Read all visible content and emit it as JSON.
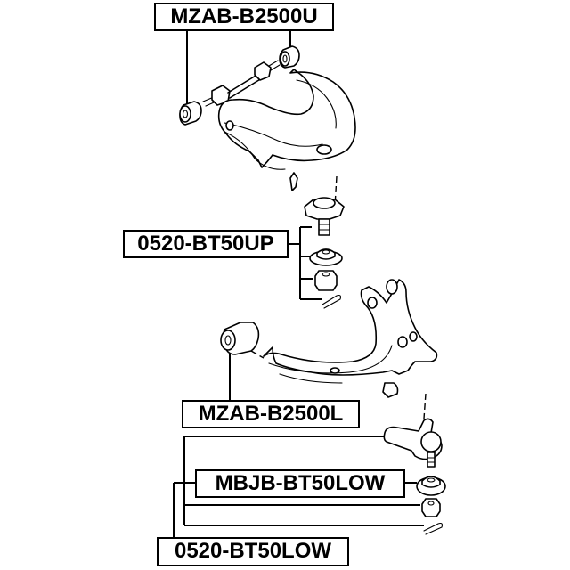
{
  "diagram": {
    "title": "Front suspension control arm exploded view",
    "labels": [
      {
        "id": "upper-arm-bushing",
        "text": "MZAB-B2500U"
      },
      {
        "id": "upper-ball-joint-kit",
        "text": "0520-BT50UP"
      },
      {
        "id": "lower-arm-bushing",
        "text": "MZAB-B2500L"
      },
      {
        "id": "lower-ball-joint-boot",
        "text": "MBJB-BT50LOW"
      },
      {
        "id": "lower-ball-joint-kit",
        "text": "0520-BT50LOW"
      }
    ],
    "parts": [
      "upper-control-arm",
      "upper-arm-shaft",
      "upper-bushing-front",
      "upper-bushing-rear",
      "upper-ball-joint",
      "upper-ball-joint-washer",
      "upper-castle-nut",
      "upper-cotter-pin",
      "lower-control-arm",
      "lower-bushing",
      "lower-ball-joint",
      "lower-ball-joint-boot",
      "lower-castle-nut",
      "lower-cotter-pin"
    ],
    "colors": {
      "line": "#000000",
      "background": "#ffffff",
      "label_border": "#000000"
    }
  }
}
